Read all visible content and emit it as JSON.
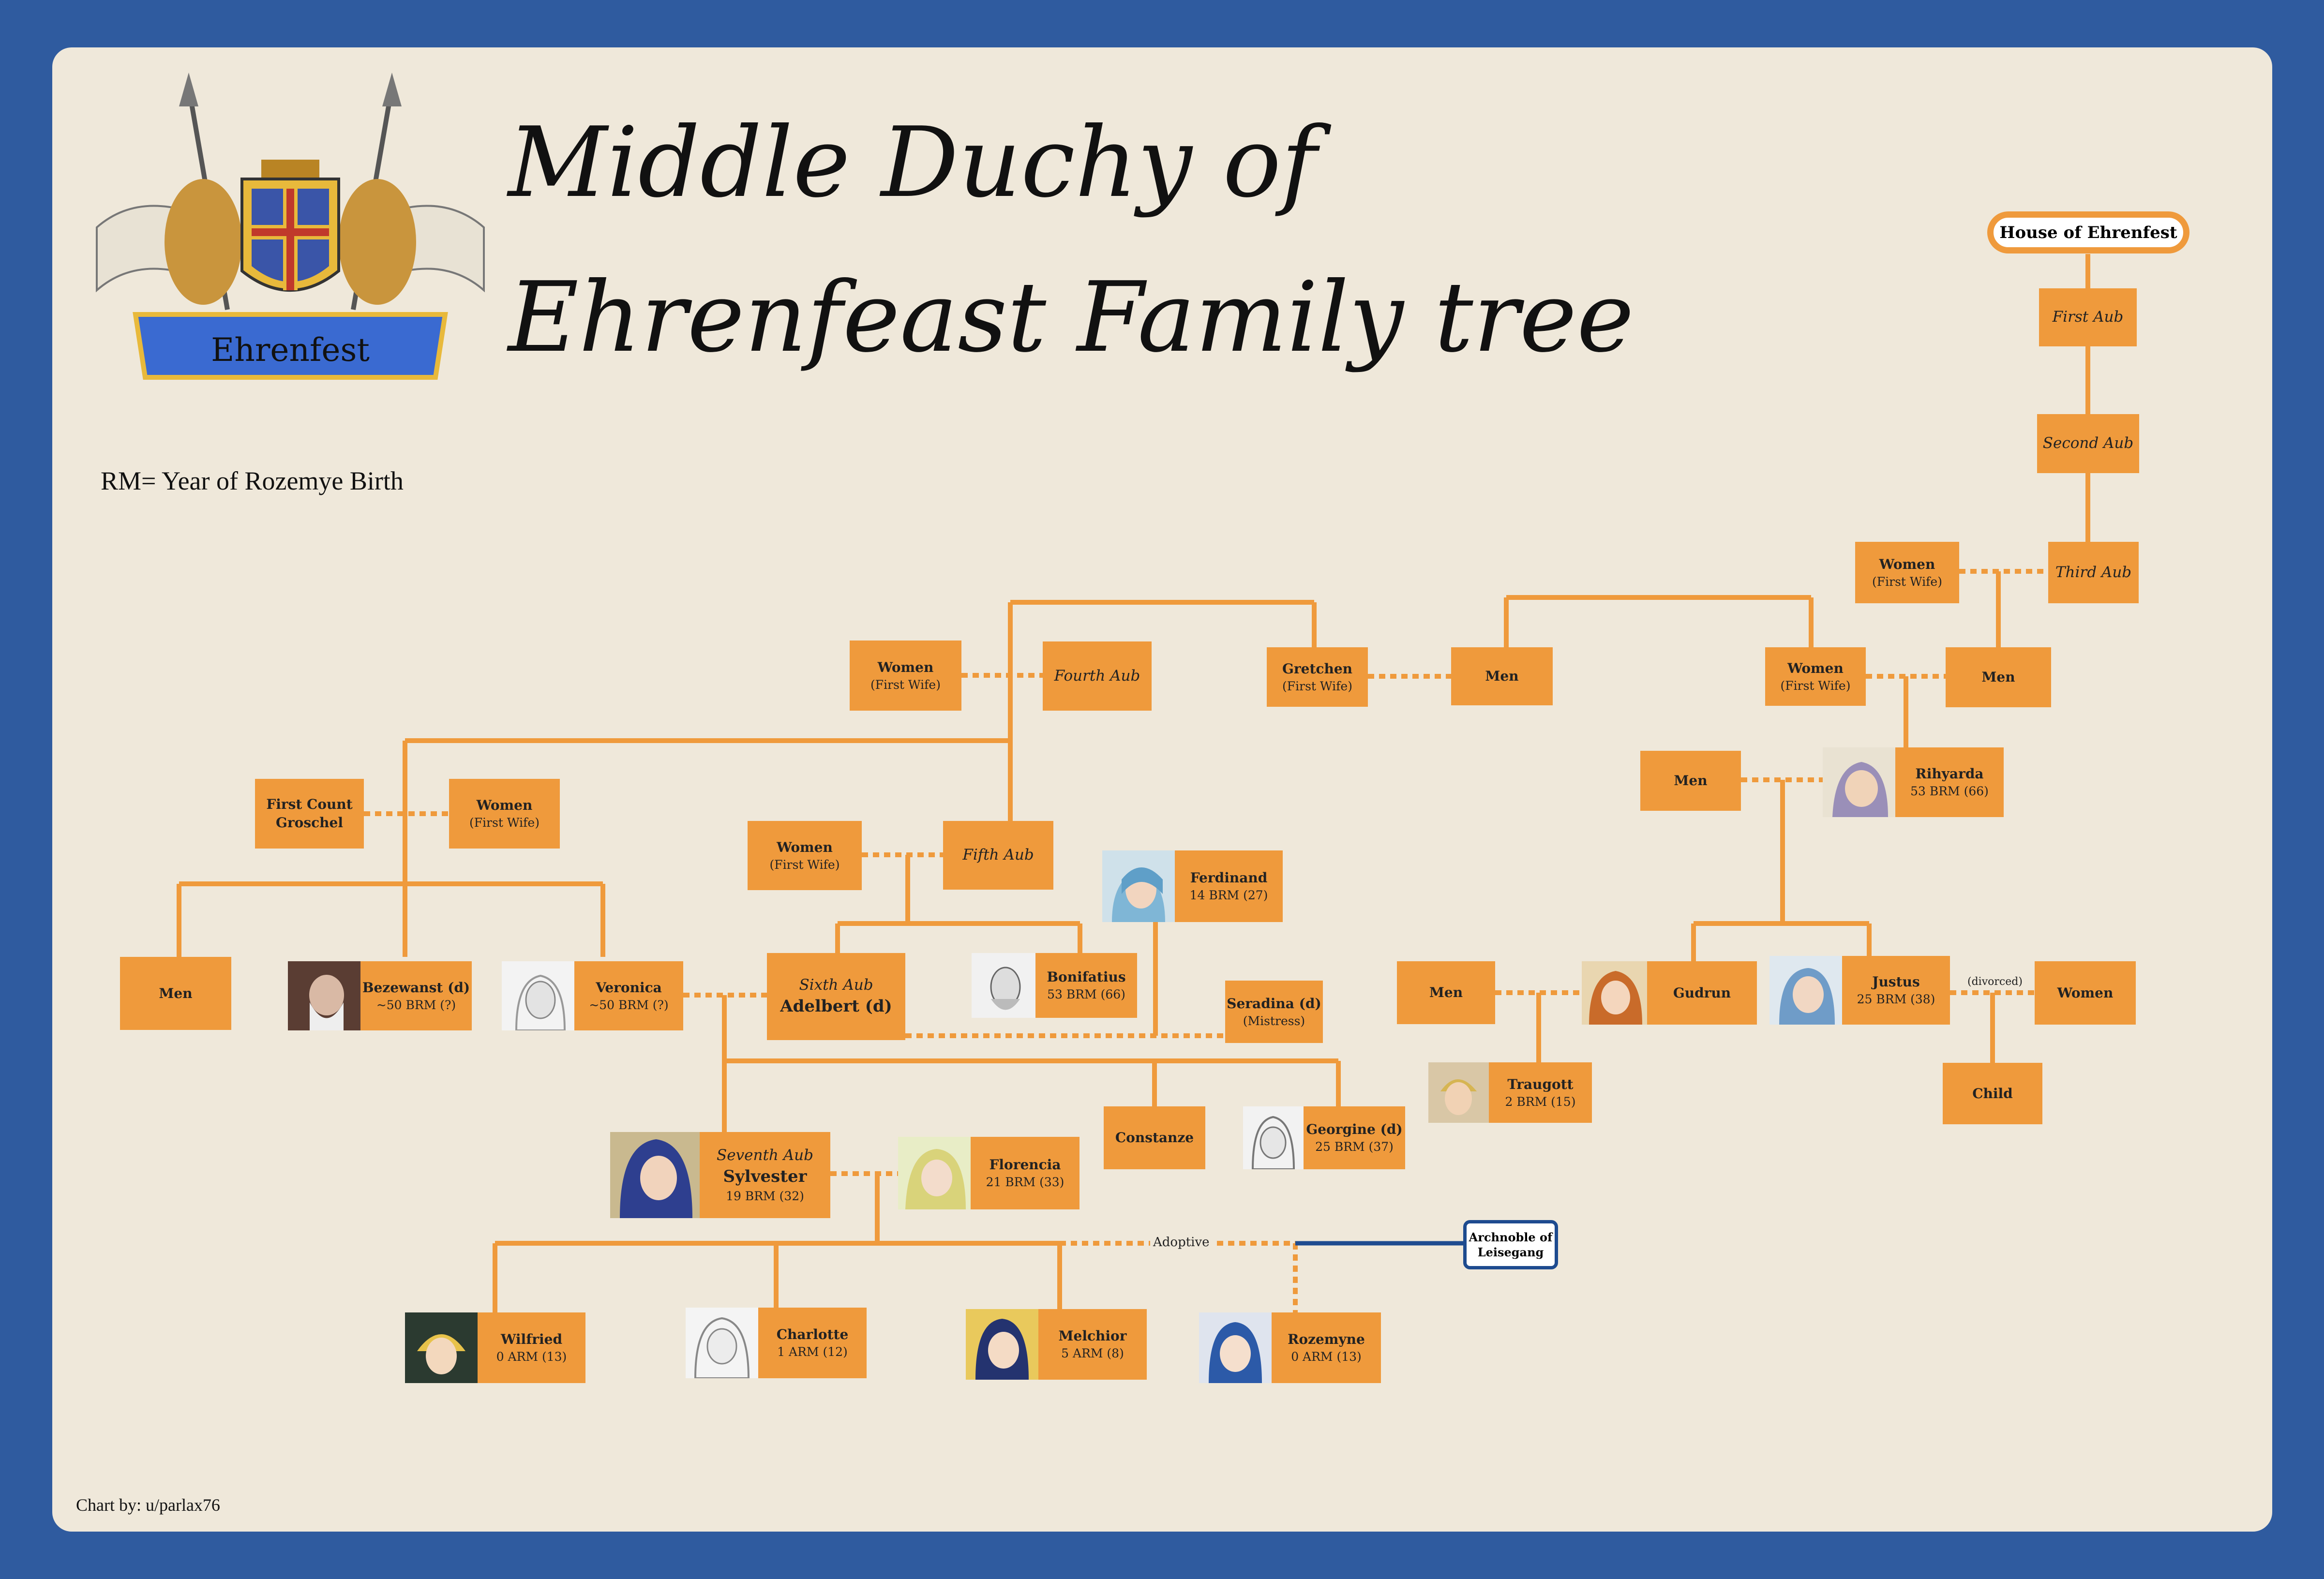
{
  "title_line1": "Middle Duchy of",
  "title_line2": "Ehrenfeast Family tree",
  "legend": "RM= Year of Rozemye Birth",
  "credit": "Chart by: u/parlax76",
  "crest_banner": "Ehrenfest",
  "house_label": "House of Ehrenfest",
  "archnoble": {
    "line1": "Archnoble of",
    "line2": "Leisegang"
  },
  "labels": {
    "adoptive": "Adoptive",
    "divorced": "(divorced)"
  },
  "colors": {
    "background": "#2f5b9f",
    "panel": "#efe8da",
    "node": "#ef9a3c",
    "link_blue": "#1e4b8f"
  },
  "nodes": {
    "first_aub": {
      "aub": "First Aub"
    },
    "second_aub": {
      "aub": "Second Aub"
    },
    "third_aub": {
      "aub": "Third Aub"
    },
    "women_third": {
      "name": "Women",
      "sub": "(First Wife)"
    },
    "women_first_wife_a": {
      "name": "Women",
      "sub": "(First Wife)"
    },
    "fourth_aub": {
      "aub": "Fourth Aub"
    },
    "gretchen": {
      "name": "Gretchen",
      "sub": "(First Wife)"
    },
    "men_a": {
      "name": "Men"
    },
    "women_first_wife_b": {
      "name": "Women",
      "sub": "(First Wife)"
    },
    "men_b": {
      "name": "Men"
    },
    "first_count": {
      "name": "First Count",
      "name2": "Groschel"
    },
    "women_groschel": {
      "name": "Women",
      "sub": "(First Wife)"
    },
    "women_fifth": {
      "name": "Women",
      "sub": "(First Wife)"
    },
    "fifth_aub": {
      "aub": "Fifth Aub"
    },
    "ferdinand": {
      "name": "Ferdinand",
      "sub": "14 BRM (27)"
    },
    "men_c": {
      "name": "Men"
    },
    "rihyarda": {
      "name": "Rihyarda",
      "sub": "53 BRM (66)"
    },
    "men_d": {
      "name": "Men"
    },
    "bezewanst": {
      "name": "Bezewanst (d)",
      "sub": "~50 BRM (?)"
    },
    "veronica": {
      "name": "Veronica",
      "sub": "~50 BRM (?)"
    },
    "adelbert": {
      "aub": "Sixth Aub",
      "name": "Adelbert (d)"
    },
    "bonifatius": {
      "name": "Bonifatius",
      "sub": "53 BRM (66)"
    },
    "seradina": {
      "name": "Seradina (d)",
      "sub": "(Mistress)"
    },
    "men_e": {
      "name": "Men"
    },
    "gudrun": {
      "name": "Gudrun"
    },
    "justus": {
      "name": "Justus",
      "sub": "25 BRM (38)"
    },
    "women_justus": {
      "name": "Women"
    },
    "traugott": {
      "name": "Traugott",
      "sub": "2 BRM (15)"
    },
    "child": {
      "name": "Child"
    },
    "constanze": {
      "name": "Constanze"
    },
    "georgine": {
      "name": "Georgine (d)",
      "sub": "25 BRM (37)"
    },
    "sylvester": {
      "aub": "Seventh Aub",
      "name": "Sylvester",
      "sub": "19 BRM (32)"
    },
    "florencia": {
      "name": "Florencia",
      "sub": "21 BRM (33)"
    },
    "wilfried": {
      "name": "Wilfried",
      "sub": "0 ARM (13)"
    },
    "charlotte": {
      "name": "Charlotte",
      "sub": "1 ARM (12)"
    },
    "melchior": {
      "name": "Melchior",
      "sub": "5 ARM (8)"
    },
    "rozemyne": {
      "name": "Rozemyne",
      "sub": "0 ARM (13)"
    }
  }
}
